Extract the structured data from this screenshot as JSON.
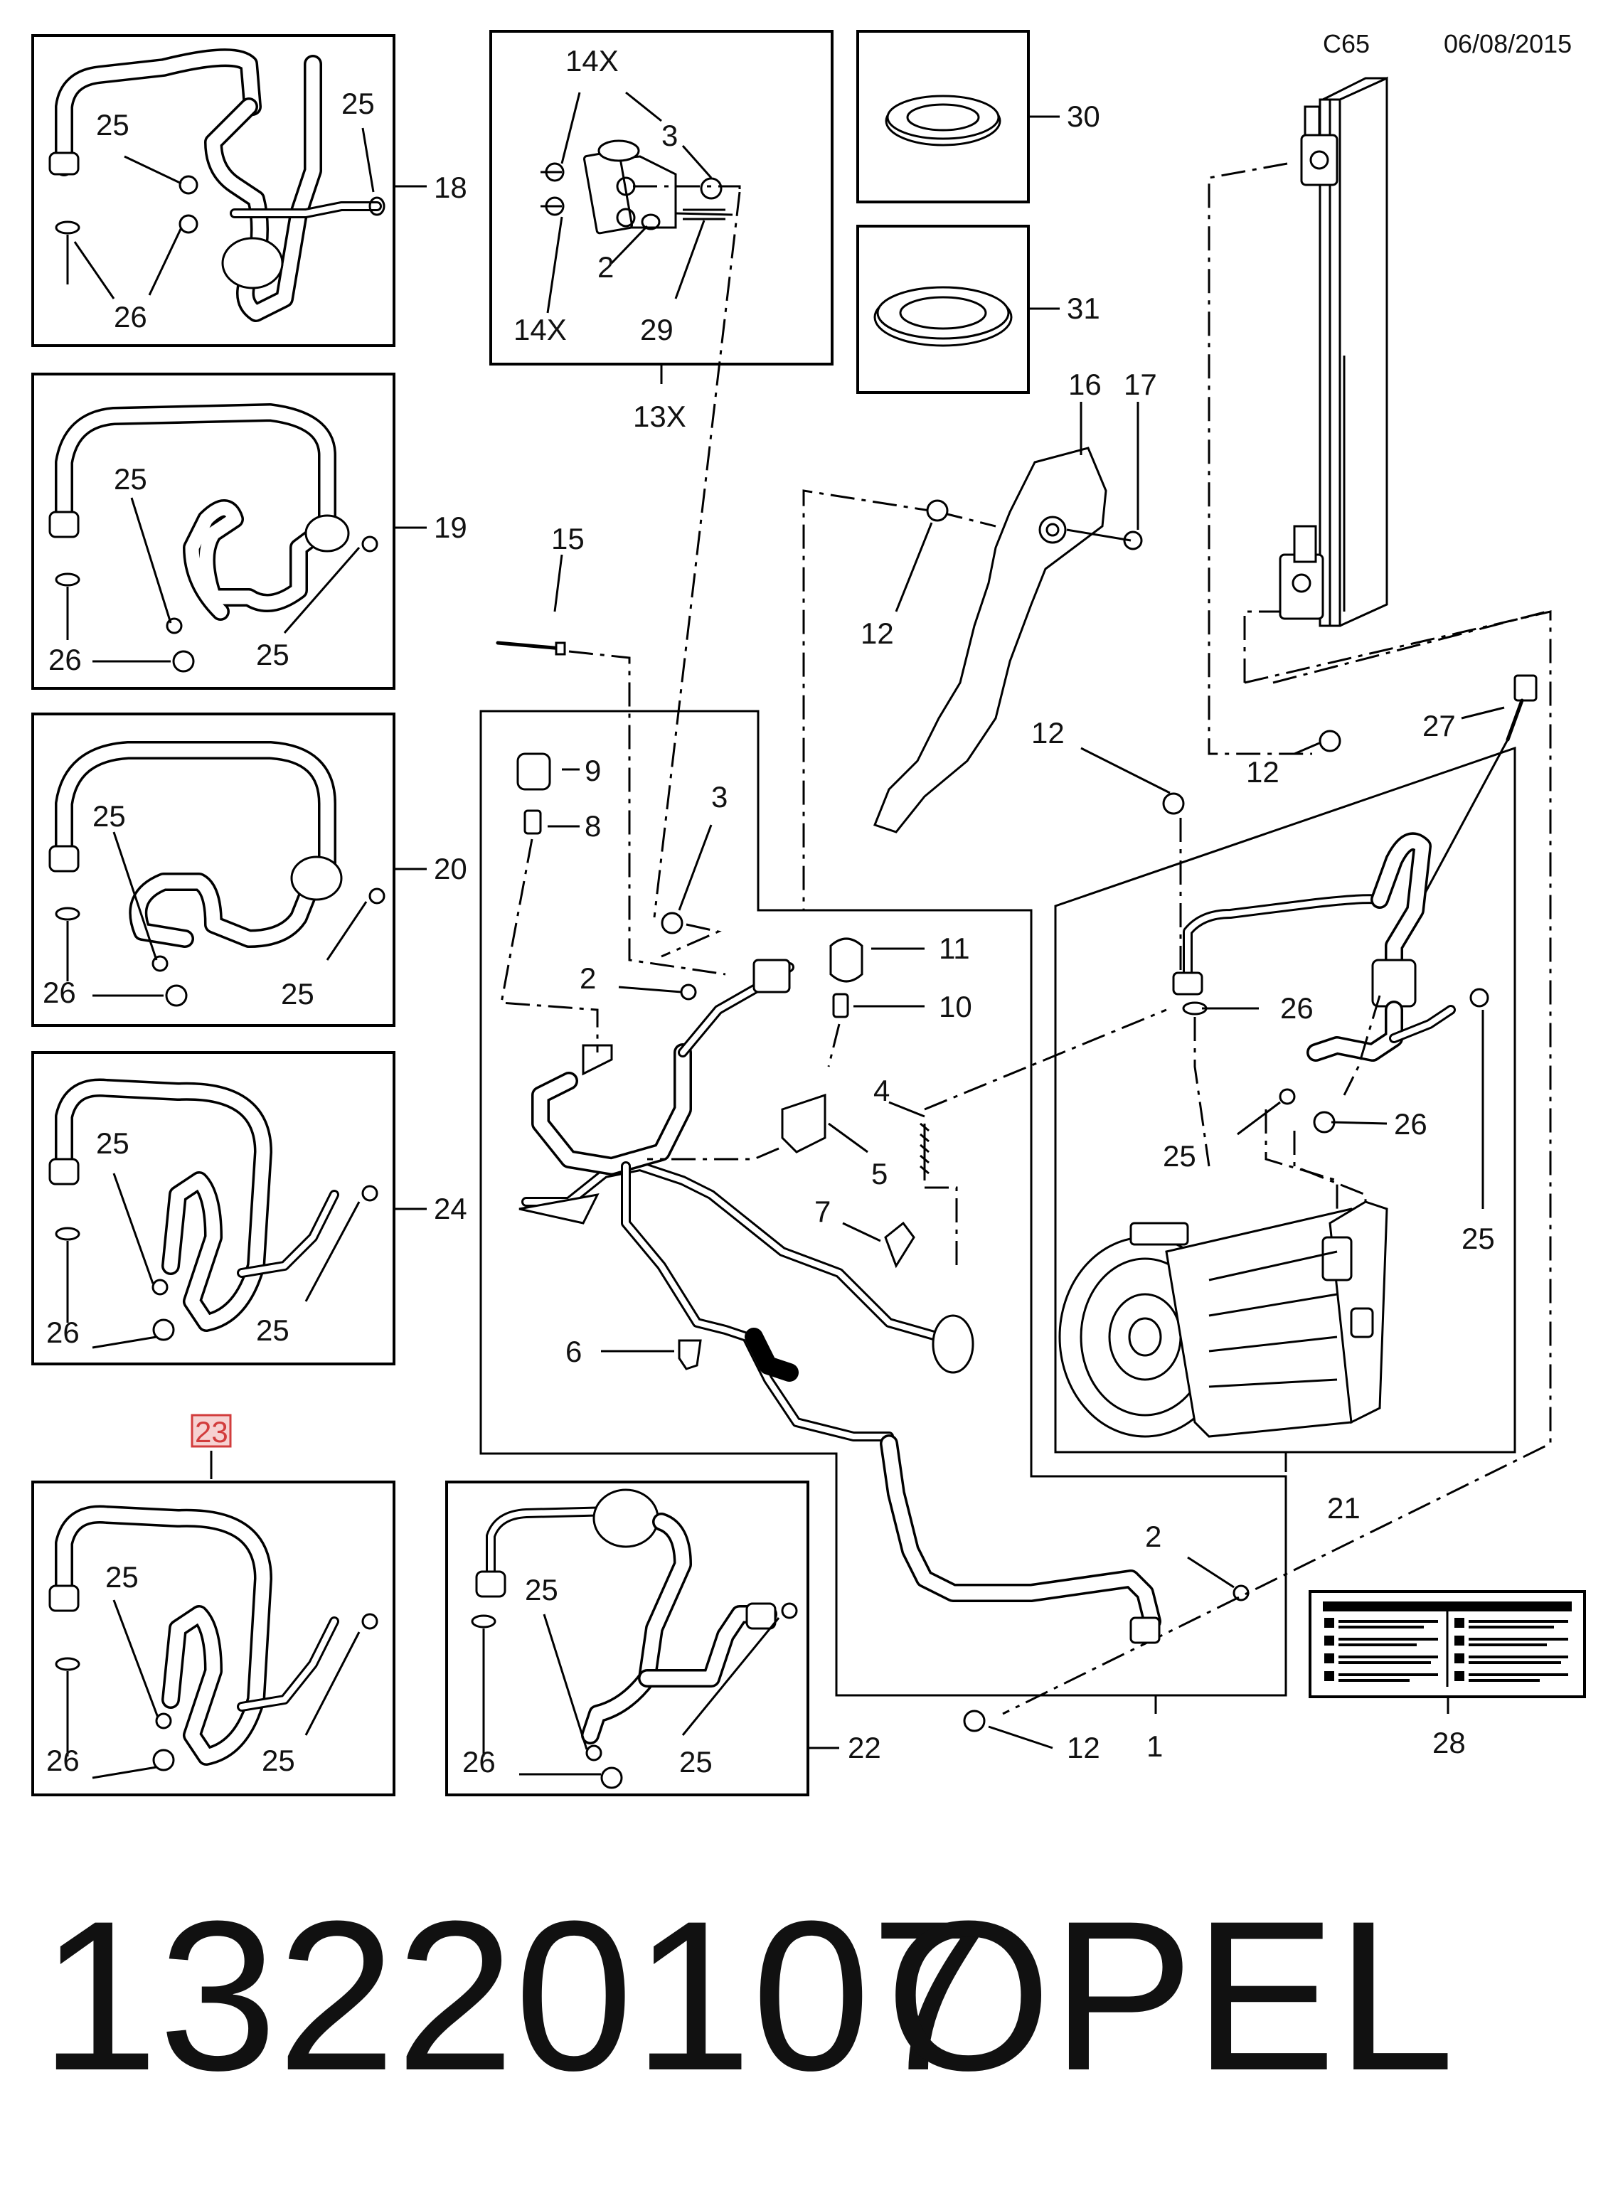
{
  "header": {
    "code": "C65",
    "date": "06/08/2015"
  },
  "footer": {
    "part_number": "13220107",
    "brand": "OPEL"
  },
  "highlight_color": "#d23c3c",
  "callouts": {
    "n1": "1",
    "n2a": "2",
    "n2b": "2",
    "n2c": "2",
    "n3a": "3",
    "n3b": "3",
    "n4": "4",
    "n5": "5",
    "n6": "6",
    "n7": "7",
    "n8": "8",
    "n9": "9",
    "n10": "10",
    "n11": "11",
    "n12a": "12",
    "n12b": "12",
    "n12c": "12",
    "n12d": "12",
    "n13x": "13X",
    "n14xa": "14X",
    "n14xb": "14X",
    "n15": "15",
    "n16": "16",
    "n17": "17",
    "n18": "18",
    "n19": "19",
    "n20": "20",
    "n21": "21",
    "n22": "22",
    "n23": "23",
    "n24": "24",
    "n25_18a": "25",
    "n25_18b": "25",
    "n26_18": "26",
    "n25_19a": "25",
    "n25_19b": "25",
    "n26_19": "26",
    "n25_20a": "25",
    "n25_20b": "25",
    "n26_20": "26",
    "n25_24a": "25",
    "n25_24b": "25",
    "n26_24": "26",
    "n25_23a": "25",
    "n25_23b": "25",
    "n26_23": "26",
    "n25_22a": "25",
    "n25_22b": "25",
    "n26_22": "26",
    "n25_21a": "25",
    "n25_21b": "25",
    "n26_21a": "26",
    "n26_21b": "26",
    "n27": "27",
    "n28": "28",
    "n29": "29",
    "n30": "30",
    "n31": "31"
  }
}
